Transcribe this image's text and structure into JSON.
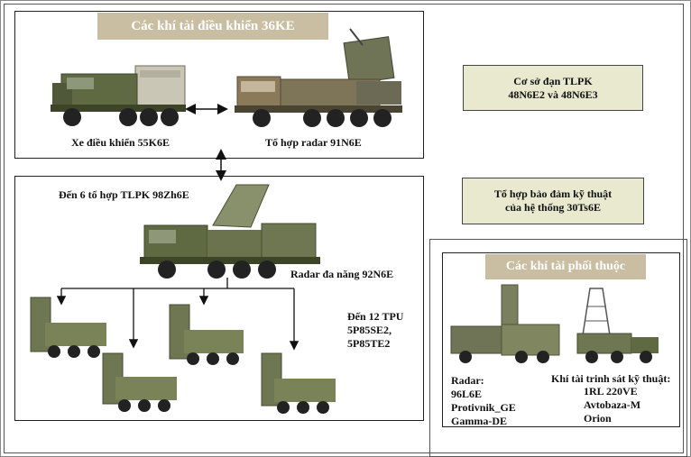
{
  "control_section": {
    "title": "Các khí tài điều khiển 36KE",
    "vehicle_label": "Xe điều khiển 55K6E",
    "radar_label": "Tổ hợp radar 91N6E"
  },
  "complex_section": {
    "top_label": "Đến 6 tổ hợp TLPK 98Zh6E",
    "radar_label": "Radar đa năng 92N6E",
    "tpu_lines": [
      "Đến 12 TPU",
      "5P85SE2,",
      "5P85TE2"
    ]
  },
  "info_boxes": {
    "ammo_lines": [
      "Cơ sở đạn TLPK",
      "48N6E2 và 48N6E3"
    ],
    "support_lines": [
      "Tổ hợp bảo đảm kỹ thuật",
      "của hệ thống 30Ts6E"
    ]
  },
  "attached_section": {
    "title": "Các khí tài phối thuộc",
    "radar_lines": [
      "Radar:",
      "96L6E",
      "Protivnik_GE",
      "Gamma-DE"
    ],
    "recon_title": "Khí tài trinh sát kỹ thuật:",
    "recon_lines": [
      "1RL 220VE",
      "Avtobaza-M",
      "Orion"
    ]
  },
  "colors": {
    "header_bg": "#c9bea2",
    "info_bg": "#e8e9cf",
    "vehicle_green": "#5f6a43"
  }
}
